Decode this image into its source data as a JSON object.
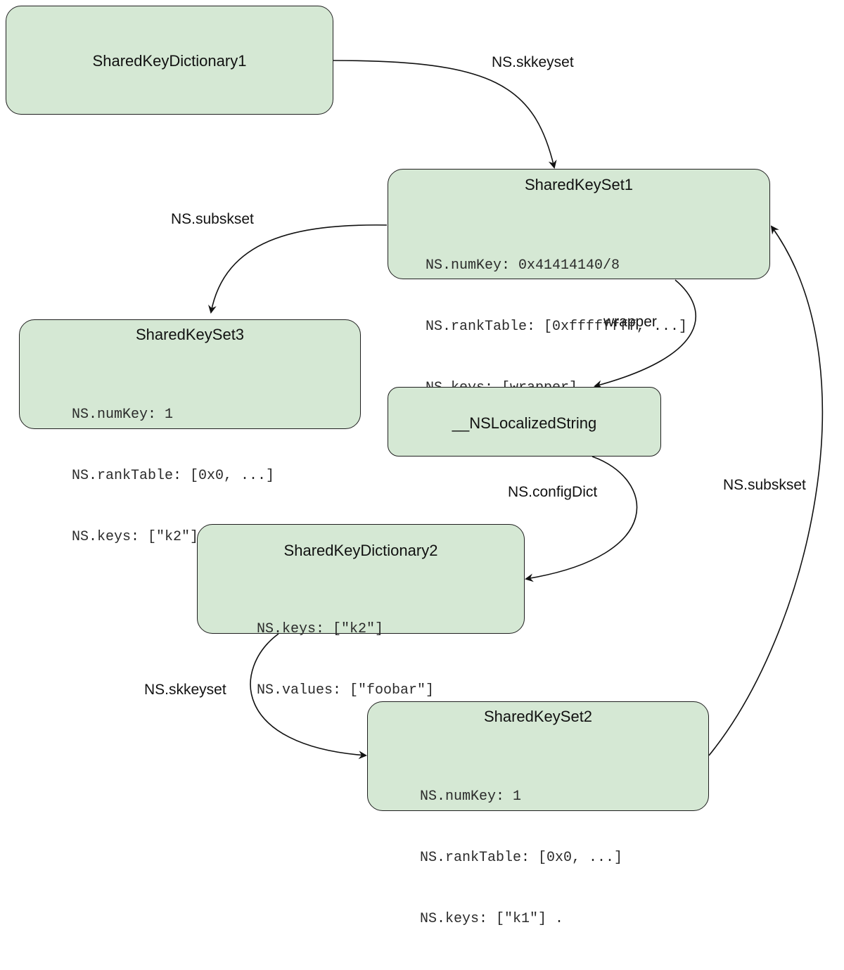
{
  "nodes": {
    "sharedKeyDictionary1": {
      "title": "SharedKeyDictionary1"
    },
    "sharedKeySet1": {
      "title": "SharedKeySet1",
      "fields": [
        "NS.numKey: 0x41414140/8",
        "NS.rankTable: [0xffffffff, ...]",
        "NS.keys: [wrapper]"
      ]
    },
    "sharedKeySet3": {
      "title": "SharedKeySet3",
      "fields": [
        "NS.numKey: 1",
        "NS.rankTable: [0x0, ...]",
        "NS.keys: [\"k2\"]"
      ]
    },
    "nsLocalizedString": {
      "title": "__NSLocalizedString"
    },
    "sharedKeyDictionary2": {
      "title": "SharedKeyDictionary2",
      "fields": [
        "NS.keys: [\"k2\"]",
        "NS.values: [\"foobar\"]"
      ]
    },
    "sharedKeySet2": {
      "title": "SharedKeySet2",
      "fields": [
        "NS.numKey: 1",
        "NS.rankTable: [0x0, ...]",
        "NS.keys: [\"k1\"] ."
      ]
    }
  },
  "edges": {
    "dict1_to_set1": "NS.skkeyset",
    "set1_to_set3": "NS.subskset",
    "set1_to_localized": "wrapper",
    "localized_to_dict2": "NS.configDict",
    "dict2_to_set2": "NS.skkeyset",
    "set2_to_set1": "NS.subskset"
  },
  "colors": {
    "node_fill": "#d5e8d4",
    "node_stroke": "#1f1f1f",
    "edge_stroke": "#111111"
  }
}
